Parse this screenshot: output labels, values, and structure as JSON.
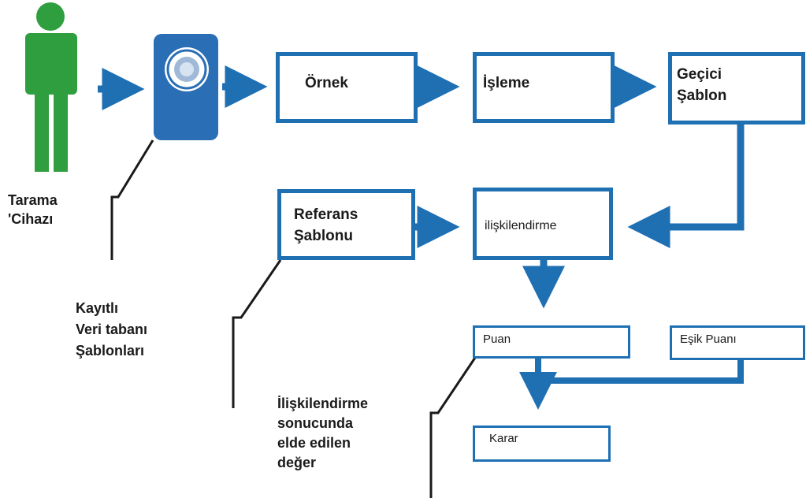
{
  "figure": {
    "boxes": {
      "ornek": "Örnek",
      "isleme": "İşleme",
      "gecici": "Geçici\nŞablon",
      "referans": "Referans\nŞablonu",
      "iliskilendirme": "ilişkilendirme",
      "puan": "Puan",
      "esik": "Eşik  Puanı",
      "karar": "Karar"
    },
    "labels": {
      "tarama": "Tarama\n'Cihazı",
      "kayitli": "Kayıtlı\nVeri tabanı\nŞablonları",
      "iliskilendirme_sonucu": "İlişkilendirme\nsonucunda\nelde edilen\ndeğer"
    },
    "icons": [
      "person-icon",
      "scanner-device-icon"
    ],
    "colors": {
      "flow_blue": "#1f6fb3",
      "device_blue": "#2a6eb5",
      "person_green": "#2e9e3e",
      "text": "#1a1a1a"
    }
  }
}
